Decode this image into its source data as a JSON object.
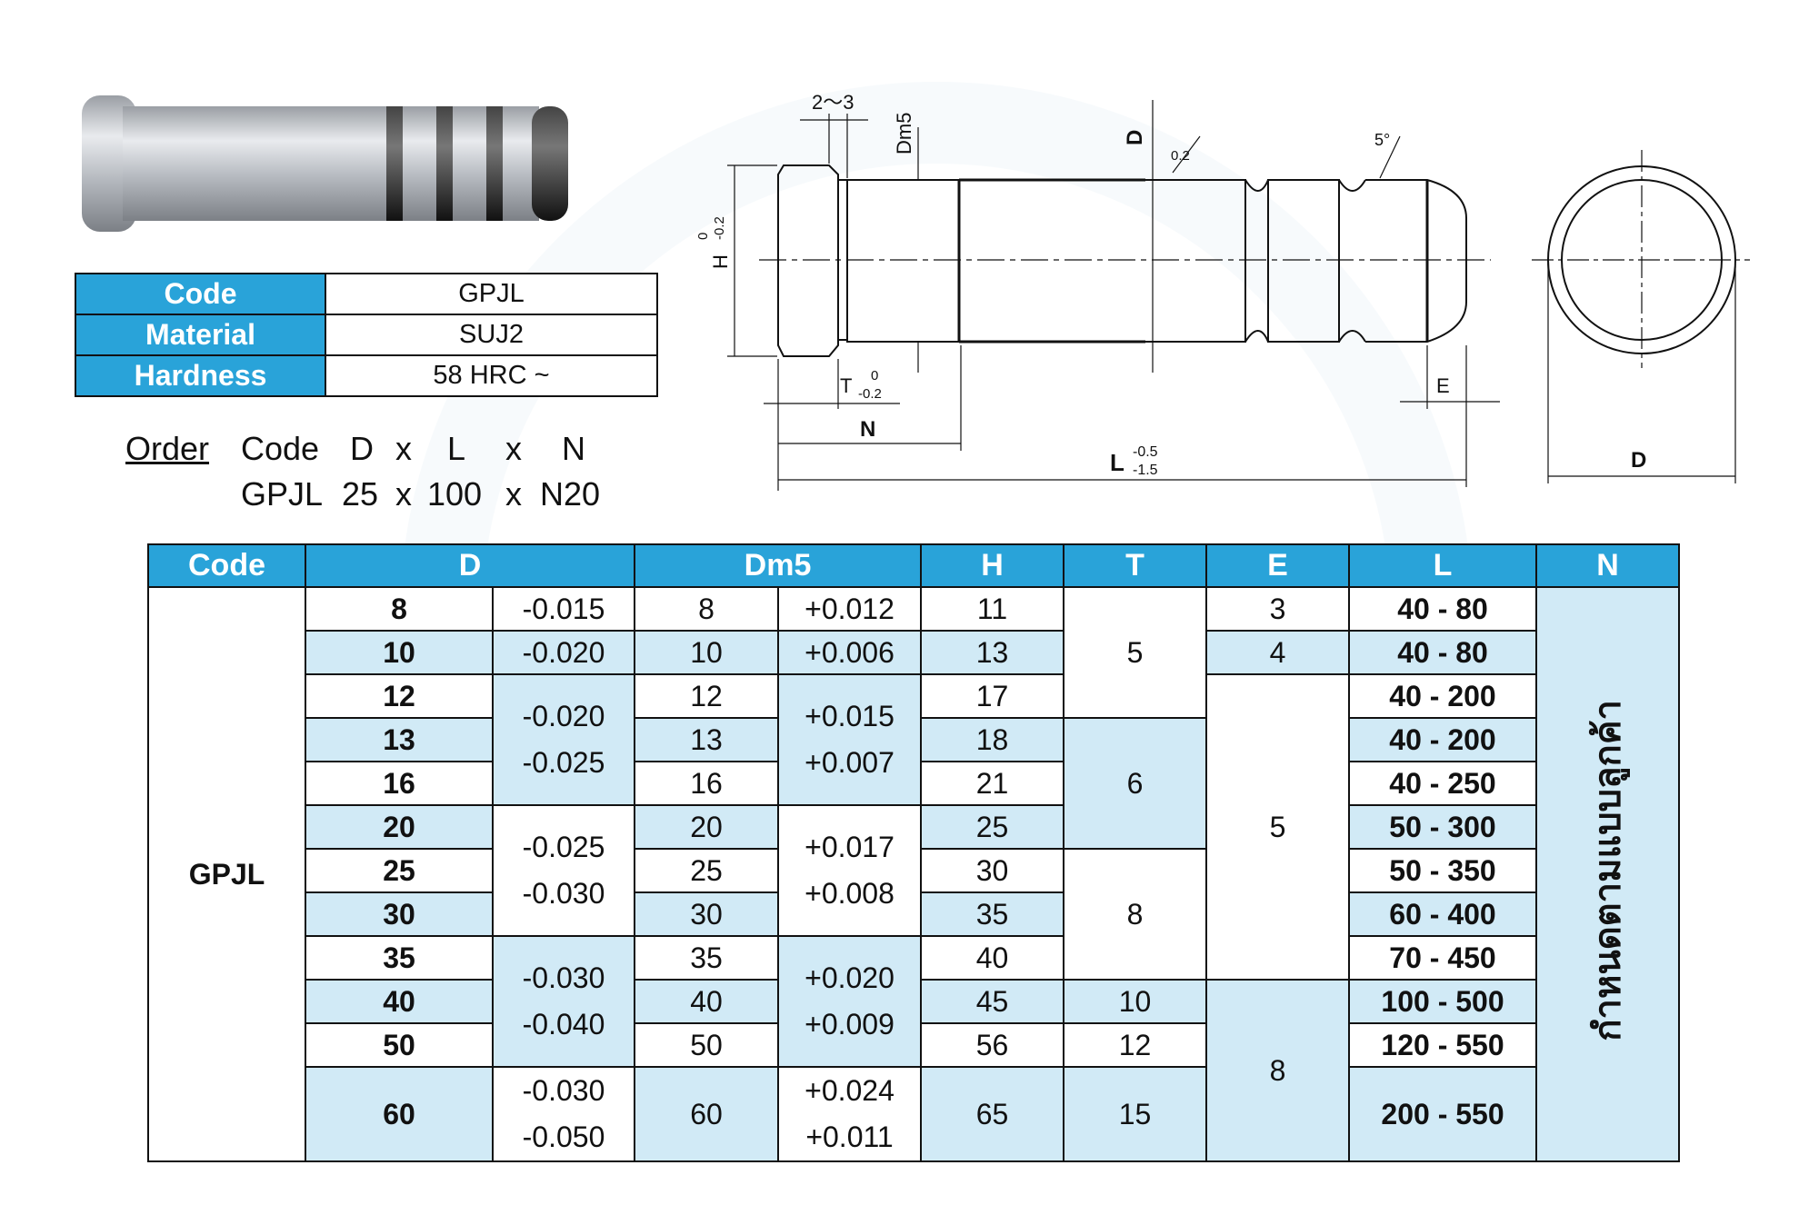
{
  "spec": {
    "rows": [
      {
        "key": "Code",
        "value": "GPJL"
      },
      {
        "key": "Material",
        "value": "SUJ2"
      },
      {
        "key": "Hardness",
        "value": "58 HRC ~"
      }
    ]
  },
  "order": {
    "label": "Order",
    "header": [
      "Code",
      "D",
      "x",
      "L",
      "x",
      "N"
    ],
    "example": [
      "GPJL",
      "25",
      "x",
      "100",
      "x",
      "N20"
    ]
  },
  "drawing": {
    "dim_2_3": "2～3",
    "dm5": "Dm5",
    "d_top": "D",
    "tol_02": "0.2",
    "angle_5": "5°",
    "h_label": "H",
    "h_tol_upper": "0",
    "h_tol_lower": "-0.2",
    "t_label": "T",
    "t_tol_upper": "0",
    "t_tol_lower": "-0.2",
    "n_label": "N",
    "e_label": "E",
    "l_label": "L",
    "l_tol_upper": "-0.5",
    "l_tol_lower": "-1.5",
    "d_side": "D"
  },
  "table": {
    "headers": [
      "Code",
      "D",
      "Dm5",
      "H",
      "T",
      "E",
      "L",
      "N"
    ],
    "code": "GPJL",
    "n_note": "กำหนดตามแบบลูกค้า",
    "d_values": [
      "8",
      "10",
      "12",
      "13",
      "16",
      "20",
      "25",
      "30",
      "35",
      "40",
      "50",
      "60"
    ],
    "dm5_values": [
      "8",
      "10",
      "12",
      "13",
      "16",
      "20",
      "25",
      "30",
      "35",
      "40",
      "50",
      "60"
    ],
    "h_values": [
      "11",
      "13",
      "17",
      "18",
      "21",
      "25",
      "30",
      "35",
      "40",
      "45",
      "56",
      "65"
    ],
    "l_values": [
      "40 - 80",
      "40 - 80",
      "40 - 200",
      "40 - 200",
      "40 - 250",
      "50 - 300",
      "50 - 350",
      "60 - 400",
      "70 - 450",
      "100 - 500",
      "120 - 550",
      "200 - 550"
    ],
    "d_tol": [
      {
        "a": "-0.015"
      },
      {
        "a": "-0.020"
      },
      {
        "a": "-0.020",
        "b": "-0.025"
      },
      {
        "a": "-0.025",
        "b": "-0.030"
      },
      {
        "a": "-0.030",
        "b": "-0.040"
      },
      {
        "a": "-0.030",
        "b": "-0.050"
      }
    ],
    "dm5_tol": [
      {
        "a": "+0.012"
      },
      {
        "a": "+0.006"
      },
      {
        "a": "+0.015",
        "b": "+0.007"
      },
      {
        "a": "+0.017",
        "b": "+0.008"
      },
      {
        "a": "+0.020",
        "b": "+0.009"
      },
      {
        "a": "+0.024",
        "b": "+0.011"
      }
    ],
    "t_groups": [
      "5",
      "6",
      "8",
      "10",
      "12",
      "15"
    ],
    "e_groups": [
      "3",
      "4",
      "5",
      "8"
    ]
  },
  "colors": {
    "accent": "#29a3d9",
    "light": "#d1eaf6"
  }
}
